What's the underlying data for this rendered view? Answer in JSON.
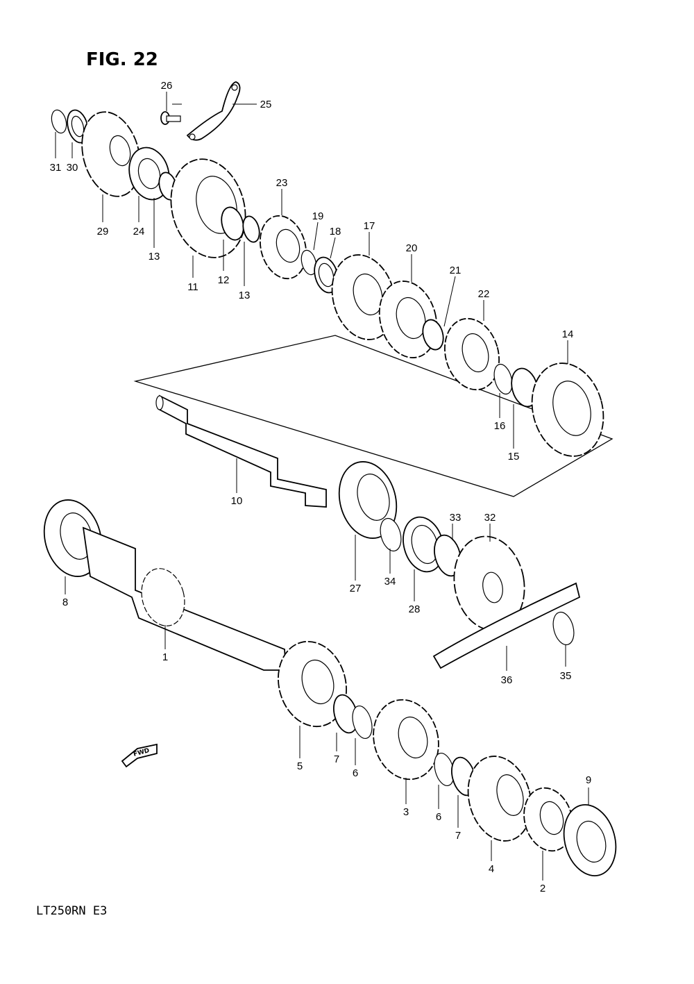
{
  "figure": {
    "title": "FIG. 22",
    "model_code": "LT250RN  E3",
    "direction_badge": "FWD"
  },
  "callouts": [
    {
      "id": "c1",
      "label": "1"
    },
    {
      "id": "c2",
      "label": "2"
    },
    {
      "id": "c3",
      "label": "3"
    },
    {
      "id": "c4",
      "label": "4"
    },
    {
      "id": "c5",
      "label": "5"
    },
    {
      "id": "c6a",
      "label": "6"
    },
    {
      "id": "c6b",
      "label": "6"
    },
    {
      "id": "c7a",
      "label": "7"
    },
    {
      "id": "c7b",
      "label": "7"
    },
    {
      "id": "c8",
      "label": "8"
    },
    {
      "id": "c9",
      "label": "9"
    },
    {
      "id": "c10",
      "label": "10"
    },
    {
      "id": "c11",
      "label": "11"
    },
    {
      "id": "c12",
      "label": "12"
    },
    {
      "id": "c13a",
      "label": "13"
    },
    {
      "id": "c13b",
      "label": "13"
    },
    {
      "id": "c14",
      "label": "14"
    },
    {
      "id": "c15",
      "label": "15"
    },
    {
      "id": "c16",
      "label": "16"
    },
    {
      "id": "c17",
      "label": "17"
    },
    {
      "id": "c18",
      "label": "18"
    },
    {
      "id": "c19",
      "label": "19"
    },
    {
      "id": "c20",
      "label": "20"
    },
    {
      "id": "c21",
      "label": "21"
    },
    {
      "id": "c22",
      "label": "22"
    },
    {
      "id": "c23",
      "label": "23"
    },
    {
      "id": "c24",
      "label": "24"
    },
    {
      "id": "c25",
      "label": "25"
    },
    {
      "id": "c26",
      "label": "26"
    },
    {
      "id": "c27",
      "label": "27"
    },
    {
      "id": "c28",
      "label": "28"
    },
    {
      "id": "c29",
      "label": "29"
    },
    {
      "id": "c30",
      "label": "30"
    },
    {
      "id": "c31",
      "label": "31"
    },
    {
      "id": "c32",
      "label": "32"
    },
    {
      "id": "c33",
      "label": "33"
    },
    {
      "id": "c34",
      "label": "34"
    },
    {
      "id": "c35",
      "label": "35"
    },
    {
      "id": "c36",
      "label": "36"
    }
  ]
}
